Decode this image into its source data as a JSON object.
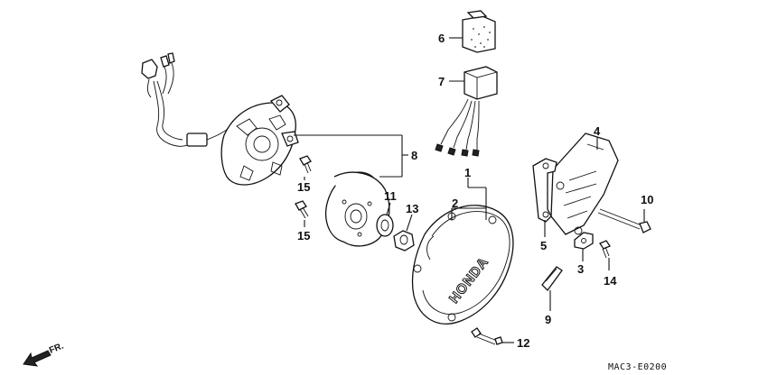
{
  "diagram": {
    "callouts": [
      {
        "id": "c1",
        "text": "1"
      },
      {
        "id": "c2",
        "text": "2"
      },
      {
        "id": "c3",
        "text": "3"
      },
      {
        "id": "c4",
        "text": "4"
      },
      {
        "id": "c5",
        "text": "5"
      },
      {
        "id": "c6",
        "text": "6"
      },
      {
        "id": "c7",
        "text": "7"
      },
      {
        "id": "c8",
        "text": "8"
      },
      {
        "id": "c9",
        "text": "9"
      },
      {
        "id": "c10",
        "text": "10"
      },
      {
        "id": "c11",
        "text": "11"
      },
      {
        "id": "c12",
        "text": "12"
      },
      {
        "id": "c13",
        "text": "13"
      },
      {
        "id": "c14",
        "text": "14"
      },
      {
        "id": "c15a",
        "text": "15"
      },
      {
        "id": "c15b",
        "text": "15"
      }
    ],
    "cover_brand": "HONDA",
    "front_indicator": "FR.",
    "drawing_code": "MAC3-E0200"
  }
}
